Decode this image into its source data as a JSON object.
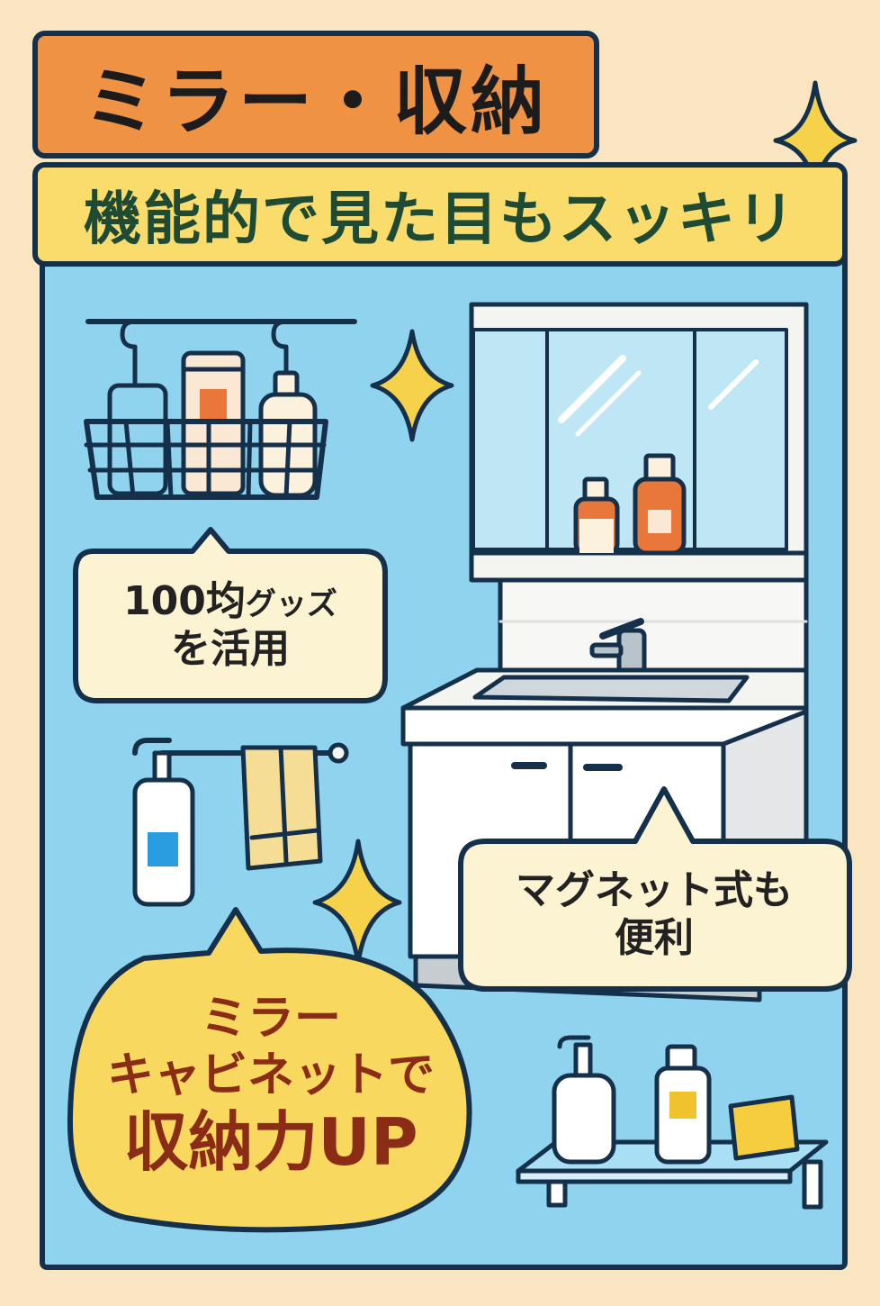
{
  "title": "ミラー・収納",
  "subtitle": "機能的で見た目もスッキリ",
  "bubbles": {
    "goods": {
      "line1_a": "100均",
      "line1_b": "グッズ",
      "line2": "を活用"
    },
    "magnet": {
      "line1": "マグネット式も",
      "line2": "便利"
    },
    "cabinet": {
      "line1": "ミラー",
      "line2": "キャビネットで",
      "line3": "収納力UP"
    }
  },
  "colors": {
    "background": "#f9e5c2",
    "title_bg": "#ef9243",
    "subtitle_bg": "#f9dc6c",
    "panel_bg": "#8fd3ee",
    "outline": "#15304a",
    "bubble_cream": "#fbf3d2",
    "bubble_yellow": "#f8d85f",
    "accent_text": "#8a2c16",
    "sparkle": "#f6d24a"
  },
  "icons": [
    "sparkle-icon",
    "hanging-basket-icon",
    "tube-icon",
    "bottle-icon",
    "vanity-mirror-icon",
    "faucet-icon",
    "towel-bar-icon",
    "towel-icon",
    "pump-bottle-icon",
    "wall-shelf-icon",
    "soap-icon"
  ]
}
